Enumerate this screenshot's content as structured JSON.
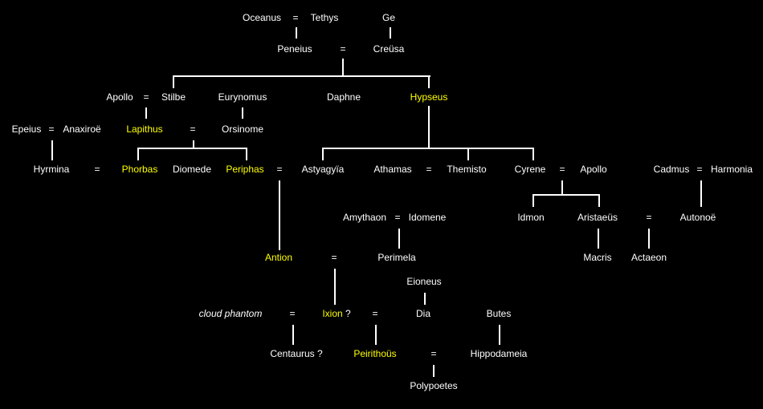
{
  "title": "Family tree of the Lapiths",
  "colors": {
    "background": "#000000",
    "text": "#ffffff",
    "highlight": "#ffff00",
    "line": "#ffffff"
  },
  "marriage_symbol": "=",
  "uncertain_symbol": "?",
  "people": {
    "oceanus": "Oceanus",
    "tethys": "Tethys",
    "ge": "Ge",
    "peneius": "Peneius",
    "creusa": "Creüsa",
    "apollo1": "Apollo",
    "stilbe": "Stilbe",
    "eurynomus": "Eurynomus",
    "daphne": "Daphne",
    "hypseus": "Hypseus",
    "epeius": "Epeius",
    "anaxiroe": "Anaxiroë",
    "lapithus": "Lapithus",
    "orsinome": "Orsinome",
    "hyrmina": "Hyrmina",
    "phorbas": "Phorbas",
    "diomede": "Diomede",
    "periphas": "Periphas",
    "astyagyia": "Astyagyïa",
    "athamas": "Athamas",
    "themisto": "Themisto",
    "cyrene": "Cyrene",
    "apollo2": "Apollo",
    "cadmus": "Cadmus",
    "harmonia": "Harmonia",
    "amythaon": "Amythaon",
    "idomene": "Idomene",
    "idmon": "Idmon",
    "aristaeus": "Aristaeüs",
    "autonoe": "Autonoë",
    "antion": "Antion",
    "perimela": "Perimela",
    "macris": "Macris",
    "actaeon": "Actaeon",
    "eioneus": "Eioneus",
    "cloud_phantom": "cloud phantom",
    "ixion": "Ixion",
    "dia": "Dia",
    "butes": "Butes",
    "centaurus": "Centaurus ?",
    "peirithous": "Peirithoüs",
    "hippodameia": "Hippodameia",
    "polypoetes": "Polypoetes"
  }
}
